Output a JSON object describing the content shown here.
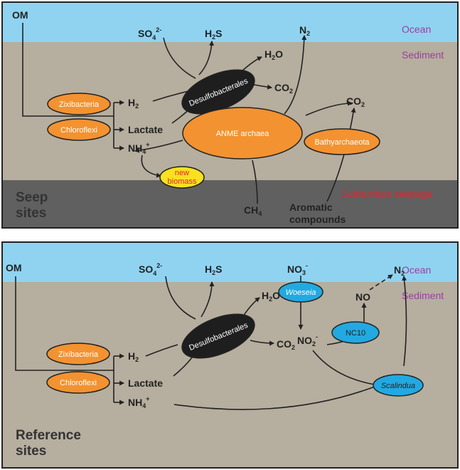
{
  "colors": {
    "ocean": "#8fd3f1",
    "sediment": "#b6ae9e",
    "seepage": "#606060",
    "orange": "#f39230",
    "black": "#1e1e1e",
    "blue": "#22a9e1",
    "yellow": "#f7e120",
    "purple": "#9b3ea3",
    "red": "#e0262f"
  },
  "seep": {
    "zones": {
      "ocean": "Ocean",
      "sediment": "Sediment",
      "seepage": "Subsurface seepage"
    },
    "site_label": [
      "Seep",
      "sites"
    ],
    "compounds": {
      "om": "OM",
      "so4": "SO",
      "so4_sub": "4",
      "so4_sup": "2-",
      "h2s": "H",
      "h2s_sub": "2",
      "h2s_end": "S",
      "h2o": "H",
      "h2o_sub": "2",
      "h2o_end": "O",
      "co2_a": "CO",
      "co2_a_sub": "2",
      "co2_b": "CO",
      "co2_b_sub": "2",
      "n2": "N",
      "n2_sub": "2",
      "h2": "H",
      "h2_sub": "2",
      "lactate": "Lactate",
      "nh4": "NH",
      "nh4_sub": "4",
      "nh4_sup": "+",
      "ch4": "CH",
      "ch4_sub": "4",
      "aromatic": [
        "Aromatic",
        "compounds"
      ]
    },
    "organisms": {
      "zixibacteria": "Zixibacteria",
      "chloroflexi": "Chloroflexi",
      "desulfobacterales": "Desulfobacterales",
      "anme": "ANME archaea",
      "bathyarchaeota": "Bathyarchaeota",
      "biomass": [
        "new",
        "biomass"
      ]
    }
  },
  "reference": {
    "zones": {
      "ocean": "Ocean",
      "sediment": "Sediment"
    },
    "site_label": [
      "Reference",
      "sites"
    ],
    "compounds": {
      "om": "OM",
      "so4": "SO",
      "so4_sub": "4",
      "so4_sup": "2-",
      "h2s": "H",
      "h2s_sub": "2",
      "h2s_end": "S",
      "h2o": "H",
      "h2o_sub": "2",
      "h2o_end": "O",
      "co2": "CO",
      "co2_sub": "2",
      "no3": "NO",
      "no3_sub": "3",
      "no3_sup": "-",
      "n2": "N",
      "n2_sub": "2",
      "no": "NO",
      "no2": "NO",
      "no2_sub": "2",
      "no2_sup": "-",
      "h2": "H",
      "h2_sub": "2",
      "lactate": "Lactate",
      "nh4": "NH",
      "nh4_sub": "4",
      "nh4_sup": "+"
    },
    "organisms": {
      "zixibacteria": "Zixibacteria",
      "chloroflexi": "Chloroflexi",
      "desulfobacterales": "Desulfobacterales",
      "woeseia": "Woeseia",
      "nc10": "NC10",
      "scalindua": "Scalindua"
    }
  }
}
